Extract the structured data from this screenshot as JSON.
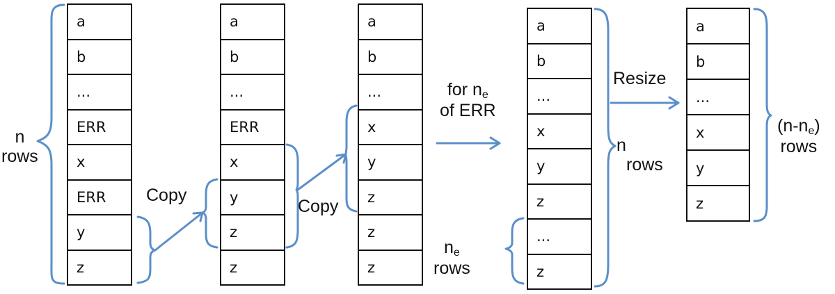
{
  "columns": [
    {
      "cells": [
        "a",
        "b",
        "...",
        "ERR",
        "x",
        "ERR",
        "y",
        "z"
      ]
    },
    {
      "cells": [
        "a",
        "b",
        "...",
        "ERR",
        "x",
        "y",
        "z",
        "z"
      ]
    },
    {
      "cells": [
        "a",
        "b",
        "...",
        "x",
        "y",
        "z",
        "z",
        "z"
      ]
    },
    {
      "cells": [
        "a",
        "b",
        "...",
        "x",
        "y",
        "z",
        "...",
        "z"
      ]
    },
    {
      "cells": [
        "a",
        "b",
        "...",
        "x",
        "y",
        "z"
      ]
    }
  ],
  "labels": {
    "n": "n",
    "rows": "rows",
    "copy1": "Copy",
    "copy2": "Copy",
    "for_n": "for n",
    "sub_e": "e",
    "of_err": "of ERR",
    "resize": "Resize",
    "n2": "n",
    "rows2": "rows",
    "ne_n": "n",
    "ne_sub": "e",
    "ne_rows": "rows",
    "final_open": "(n-n",
    "final_sub": "e",
    "final_close": ")",
    "final_rows": "rows"
  },
  "colors": {
    "arrow": "#5b8fc9",
    "brace": "#5b8fc9",
    "border": "#111111"
  }
}
